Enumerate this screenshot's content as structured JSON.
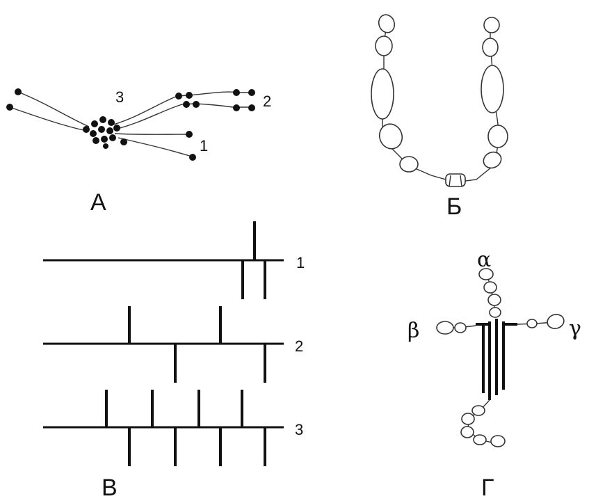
{
  "figure": {
    "panel_a": {
      "label": "А",
      "strand_labels": [
        "3",
        "2",
        "1"
      ]
    },
    "panel_b": {
      "label": "Б"
    },
    "panel_c": {
      "label": "В",
      "row_labels": [
        "1",
        "2",
        "3"
      ]
    },
    "panel_d": {
      "label": "Г",
      "chain_labels": [
        "α",
        "β",
        "γ"
      ]
    }
  }
}
